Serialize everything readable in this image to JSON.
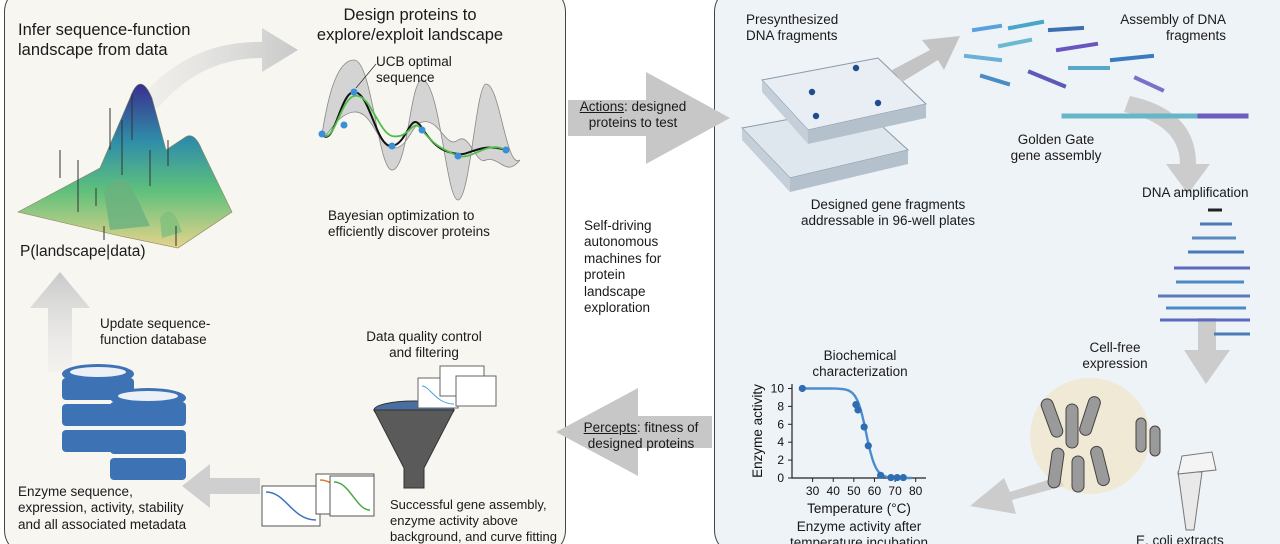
{
  "left_panel": {
    "infer_title": "Infer sequence-function\nlandscape from data",
    "landscape_formula": "P(landscape|data)",
    "design_title": "Design proteins to\nexplore/exploit landscape",
    "ucb_label": "UCB optimal\nsequence",
    "bayes_caption": "Bayesian optimization to\nefficiently discover proteins",
    "update_db": "Update sequence-\nfunction database",
    "db_caption": "Enzyme sequence,\nexpression, activity, stability\nand all associated metadata",
    "qc_title": "Data quality control\nand filtering",
    "qc_caption": "Successful gene assembly,\nenzyme activity above\nbackground, and curve fitting"
  },
  "middle": {
    "actions_word": "Actions",
    "actions_rest": ": designed\nproteins to test",
    "center_text": "Self-driving\nautonomous\nmachines for\nprotein\nlandscape\nexploration",
    "percepts_word": "Percepts",
    "percepts_rest": ": fitness of\ndesigned proteins"
  },
  "right_panel": {
    "presynth": "Presynthesized\nDNA fragments",
    "assembly": "Assembly of DNA\nfragments",
    "golden_gate": "Golden Gate\ngene assembly",
    "plates_caption": "Designed gene fragments\naddressable in 96-well plates",
    "dna_amp": "DNA amplification",
    "cell_free": "Cell-free\nexpression",
    "biochem": "Biochemical\ncharacterization",
    "activity_caption": "Enzyme activity after\ntemperature incubation",
    "ecoli": "E. coli extracts"
  },
  "chart_data": {
    "type": "scatter",
    "title": "",
    "xlabel": "Temperature (°C)",
    "ylabel": "Enzyme activity",
    "xlim": [
      20,
      85
    ],
    "ylim": [
      0,
      10.5
    ],
    "xticks": [
      30,
      40,
      50,
      60,
      70,
      80
    ],
    "yticks": [
      0,
      2,
      4,
      6,
      8,
      10
    ],
    "points": [
      [
        25,
        10
      ],
      [
        51,
        8.2
      ],
      [
        52,
        7.6
      ],
      [
        55,
        5.7
      ],
      [
        57,
        3.6
      ],
      [
        63,
        0.3
      ],
      [
        68,
        0.05
      ],
      [
        71,
        0.05
      ],
      [
        74,
        0.05
      ]
    ],
    "fit": {
      "form": "sigmoid",
      "top": 10,
      "bottom": 0,
      "midpoint": 56,
      "slope": 2.3
    },
    "colors": {
      "point": "#2e6db2",
      "fit": "#4a8ed0"
    }
  }
}
